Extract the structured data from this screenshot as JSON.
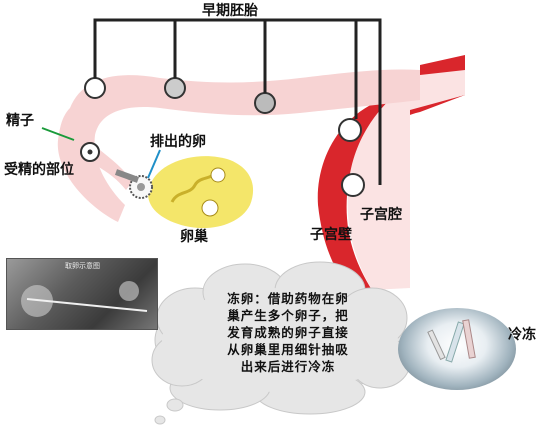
{
  "labels": {
    "early_embryo": "早期胚胎",
    "sperm": "精子",
    "fertilization_site": "受精的部位",
    "released_egg": "排出的卵",
    "ovary": "卵巢",
    "uterine_wall": "子宫壁",
    "uterine_cavity": "子宫腔",
    "freeze": "冷冻"
  },
  "callout": {
    "lines": [
      "冻卵：借助药物在卵",
      "巢产生多个卵子，把",
      "发育成熟的卵子直接",
      "从卵巢里用细针抽吸",
      "出来后进行冷冻"
    ]
  },
  "photo_caption": "取卵示意图",
  "colors": {
    "tube": "#f7d3d3",
    "uterus_wall": "#d9262c",
    "ovary": "#f4e66a",
    "cloud": "#e6e6e6",
    "pointer_green": "#1a9a3a",
    "pointer_blue": "#1f8fc8"
  }
}
